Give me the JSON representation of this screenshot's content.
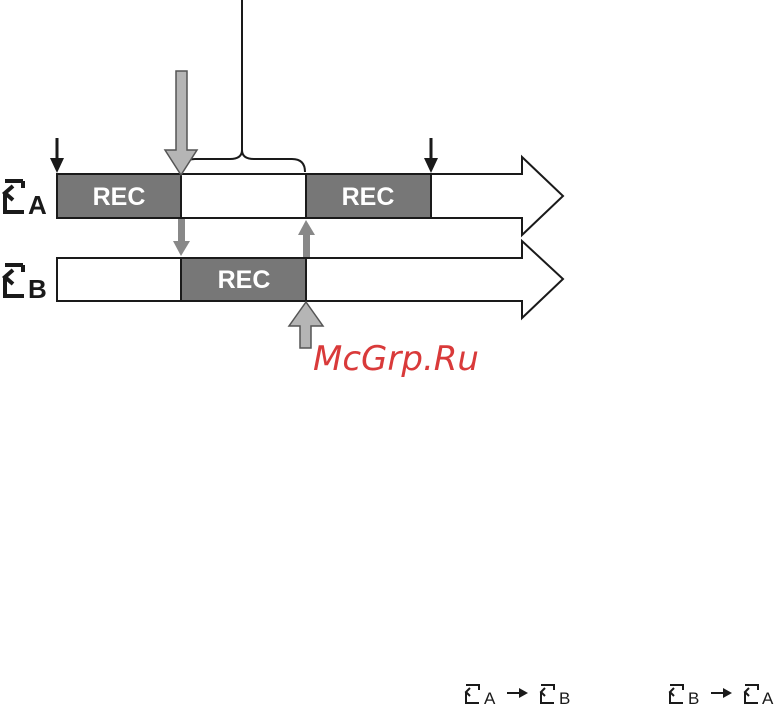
{
  "slots": {
    "a_letter": "A",
    "b_letter": "B"
  },
  "track_a": {
    "segments": [
      "REC",
      "",
      "REC"
    ]
  },
  "track_b": {
    "segments": [
      "",
      "REC"
    ]
  },
  "legend": {
    "a_to_b": {
      "from": "A",
      "to": "B"
    },
    "b_to_a": {
      "from": "B",
      "to": "A"
    }
  },
  "watermark": "McGrp.Ru",
  "colors": {
    "rec_fill": "#777777",
    "outline": "#1a1a1a",
    "switch_arrow": "#888888",
    "pointer_arrow_fill": "#b5b5b5",
    "watermark": "#d93a3a"
  }
}
